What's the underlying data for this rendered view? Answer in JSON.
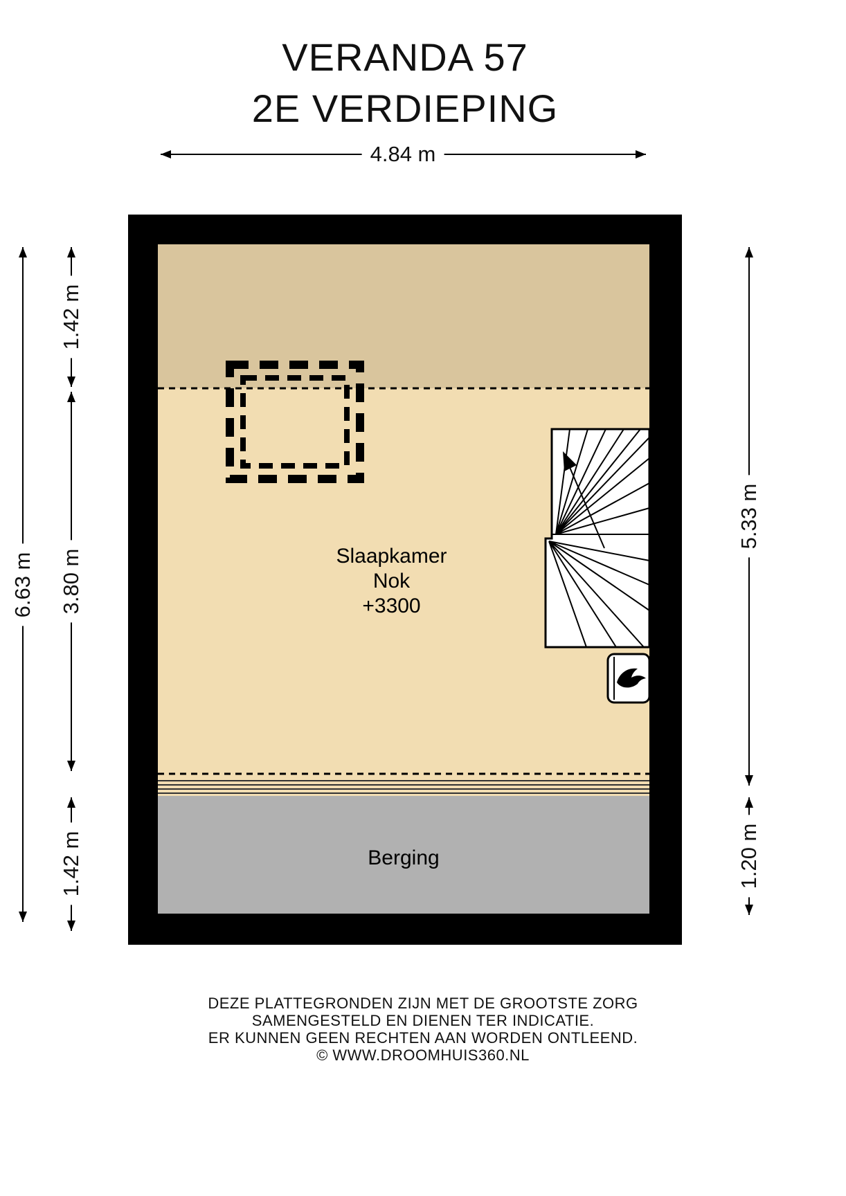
{
  "title": {
    "line1": "VERANDA 57",
    "line2": "2E VERDIEPING"
  },
  "dimensions": {
    "width_total": "4.84 m",
    "height_total": "6.63 m",
    "left_top": "1.42 m",
    "left_middle": "3.80 m",
    "left_bottom": "1.42 m",
    "right_top": "5.33 m",
    "right_bottom": "1.20 m"
  },
  "rooms": {
    "slaapkamer": {
      "label": "Slaapkamer",
      "sublabel": "Nok",
      "ridge_height": "+3300"
    },
    "berging": {
      "label": "Berging"
    }
  },
  "icons": {
    "stairs": "staircase-up-arrow-icon",
    "boiler": "boiler-flame-icon",
    "roof_window": "dashed-roof-window-outline"
  },
  "footer": {
    "line1": "DEZE PLATTEGRONDEN ZIJN MET DE GROOTSTE ZORG",
    "line2": "SAMENGESTELD EN DIENEN TER INDICATIE.",
    "line3": "ER KUNNEN GEEN RECHTEN AAN WORDEN ONTLEEND.",
    "line4": "© WWW.DROOMHUIS360.NL"
  },
  "colors": {
    "wall": "#000000",
    "floor": "#f2ddb2",
    "sloped_ceiling": "#d9c59d",
    "storage_floor": "#b1b1b1",
    "background": "#ffffff"
  }
}
